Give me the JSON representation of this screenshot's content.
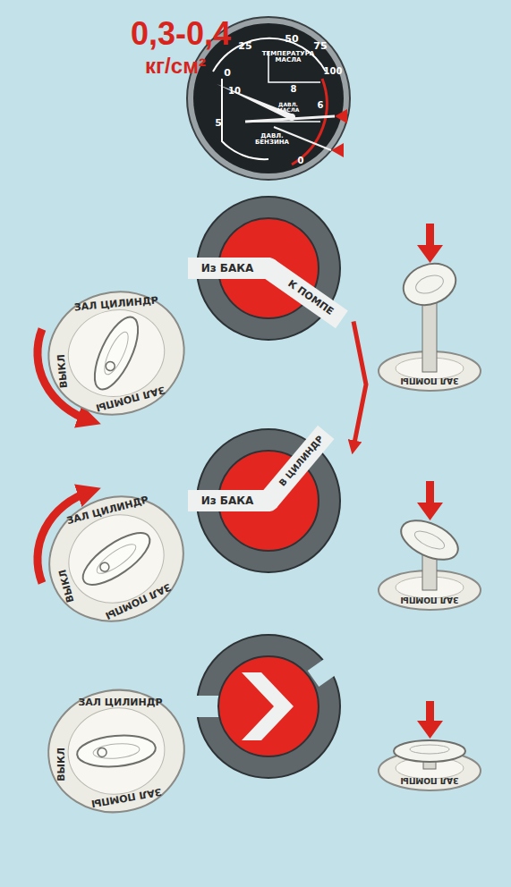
{
  "diagram": {
    "nodes": [
      {
        "text": [
          "ТЕМПЕРАТУРА МАСЛА",
          "25",
          "50",
          "75",
          "100",
          "0",
          "10",
          "5",
          "8",
          "6",
          "ДАВЛ. МАСЛА",
          "ДАВЛ. БЕНЗИНА",
          "0"
        ]
      },
      {
        "text": [
          "ЗАЛ ЦИЛИНДР",
          "ВЫКЛ",
          "ЗАЛ ПОМПЫ"
        ]
      },
      {
        "text": [
          "Из БАКА",
          "К ПОМПЕ"
        ]
      },
      {
        "text": [
          "ЗАЛ ПОМПЫ"
        ]
      },
      {
        "text": [
          "ЗАЛ ЦИЛИНДР",
          "ВЫКЛ",
          "ЗАЛ ПОМПЫ"
        ]
      },
      {
        "text": [
          "Из БАКА",
          "В ЦИЛИНДР"
        ]
      },
      {
        "text": [
          "ЗАЛ ПОМПЫ"
        ]
      },
      {
        "text": [
          "ЗАЛ ЦИЛИНДР",
          "ВЫКЛ",
          "ЗАЛ ПОМПЫ"
        ]
      },
      {
        "text": [
          "ЗАЛ ПОМПЫ"
        ]
      }
    ],
    "edges": [
      {
        "from": 2,
        "to": 5,
        "arrow": "to"
      }
    ],
    "labels": [
      "0,3-0,4",
      "кг/см²"
    ]
  }
}
